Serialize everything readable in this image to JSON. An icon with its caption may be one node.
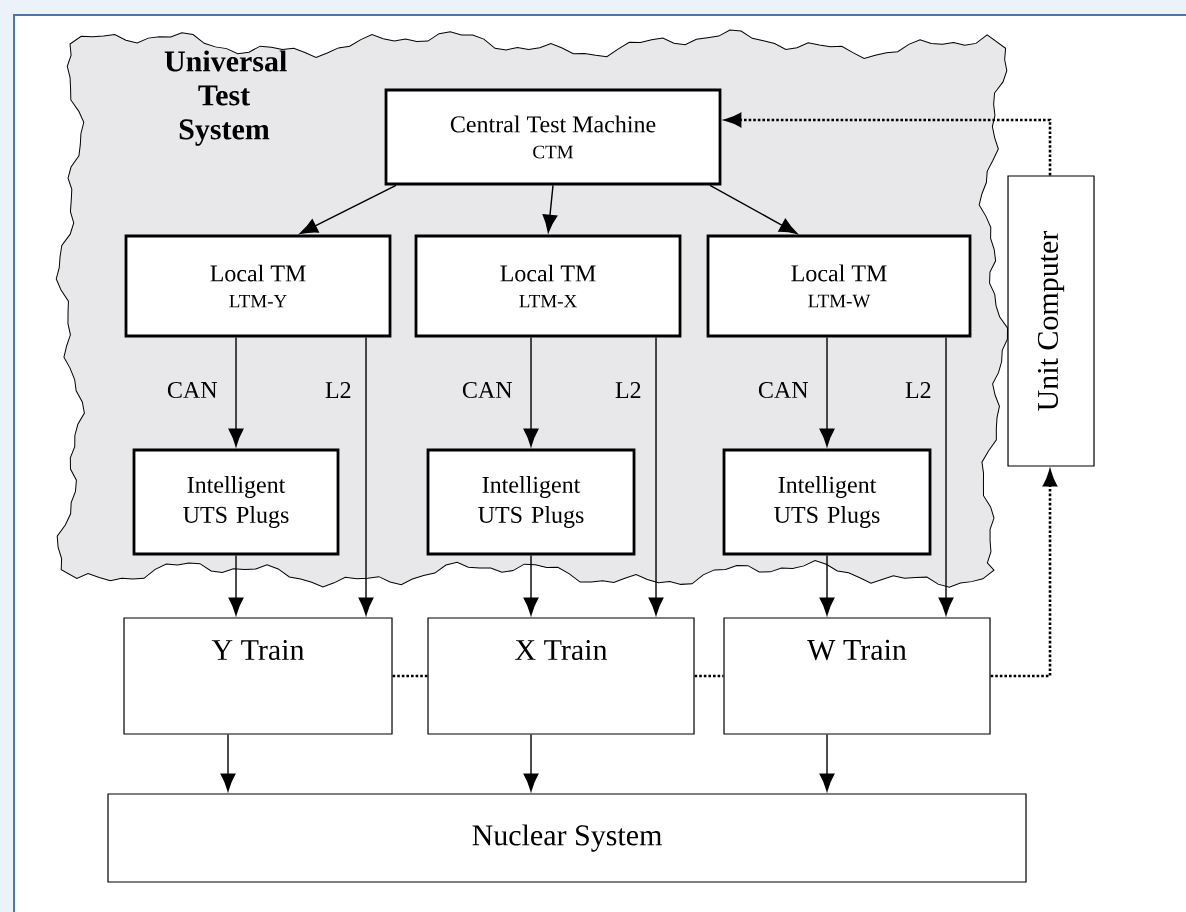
{
  "diagram": {
    "nodes": [
      {
        "text": [
          "Universal Test System"
        ]
      },
      {
        "text": [
          "Central Test Machine",
          "CTM"
        ],
        "in": 0
      },
      {
        "text": [
          "Local TM",
          "LTM-Y"
        ],
        "in": 0
      },
      {
        "text": [
          "Local TM",
          "LTM-X"
        ],
        "in": 0
      },
      {
        "text": [
          "Local TM",
          "LTM-W"
        ],
        "in": 0
      },
      {
        "text": [
          "Intelligent UTS Plugs"
        ],
        "in": 0
      },
      {
        "text": [
          "Intelligent UTS Plugs"
        ],
        "in": 0
      },
      {
        "text": [
          "Intelligent UTS Plugs"
        ],
        "in": 0
      },
      {
        "text": [
          "Y Train"
        ]
      },
      {
        "text": [
          "X Train"
        ]
      },
      {
        "text": [
          "W Train"
        ]
      },
      {
        "text": [
          "Nuclear System"
        ]
      },
      {
        "text": [
          "Unit Computer"
        ]
      }
    ],
    "edges": [
      {
        "from": 1,
        "to": 2,
        "arrow": "to"
      },
      {
        "from": 1,
        "to": 3,
        "arrow": "to"
      },
      {
        "from": 1,
        "to": 4,
        "arrow": "to"
      },
      {
        "from": 2,
        "to": 5,
        "arrow": "to",
        "label": "CAN"
      },
      {
        "from": 2,
        "to": 8,
        "arrow": "to",
        "label": "L2"
      },
      {
        "from": 3,
        "to": 6,
        "arrow": "to",
        "label": "CAN"
      },
      {
        "from": 3,
        "to": 9,
        "arrow": "to",
        "label": "L2"
      },
      {
        "from": 4,
        "to": 7,
        "arrow": "to",
        "label": "CAN"
      },
      {
        "from": 4,
        "to": 10,
        "arrow": "to",
        "label": "L2"
      },
      {
        "from": 5,
        "to": 8,
        "arrow": "to"
      },
      {
        "from": 6,
        "to": 9,
        "arrow": "to"
      },
      {
        "from": 7,
        "to": 10,
        "arrow": "to"
      },
      {
        "from": 8,
        "to": 11,
        "arrow": "to"
      },
      {
        "from": 9,
        "to": 11,
        "arrow": "to"
      },
      {
        "from": 10,
        "to": 11,
        "arrow": "to"
      },
      {
        "from": 8,
        "to": 9,
        "arrow": "none",
        "style": "dashed"
      },
      {
        "from": 9,
        "to": 10,
        "arrow": "none",
        "style": "dashed"
      },
      {
        "from": 10,
        "to": 12,
        "arrow": "to",
        "style": "dashed"
      },
      {
        "from": 12,
        "to": 1,
        "arrow": "to",
        "style": "dashed"
      }
    ]
  }
}
